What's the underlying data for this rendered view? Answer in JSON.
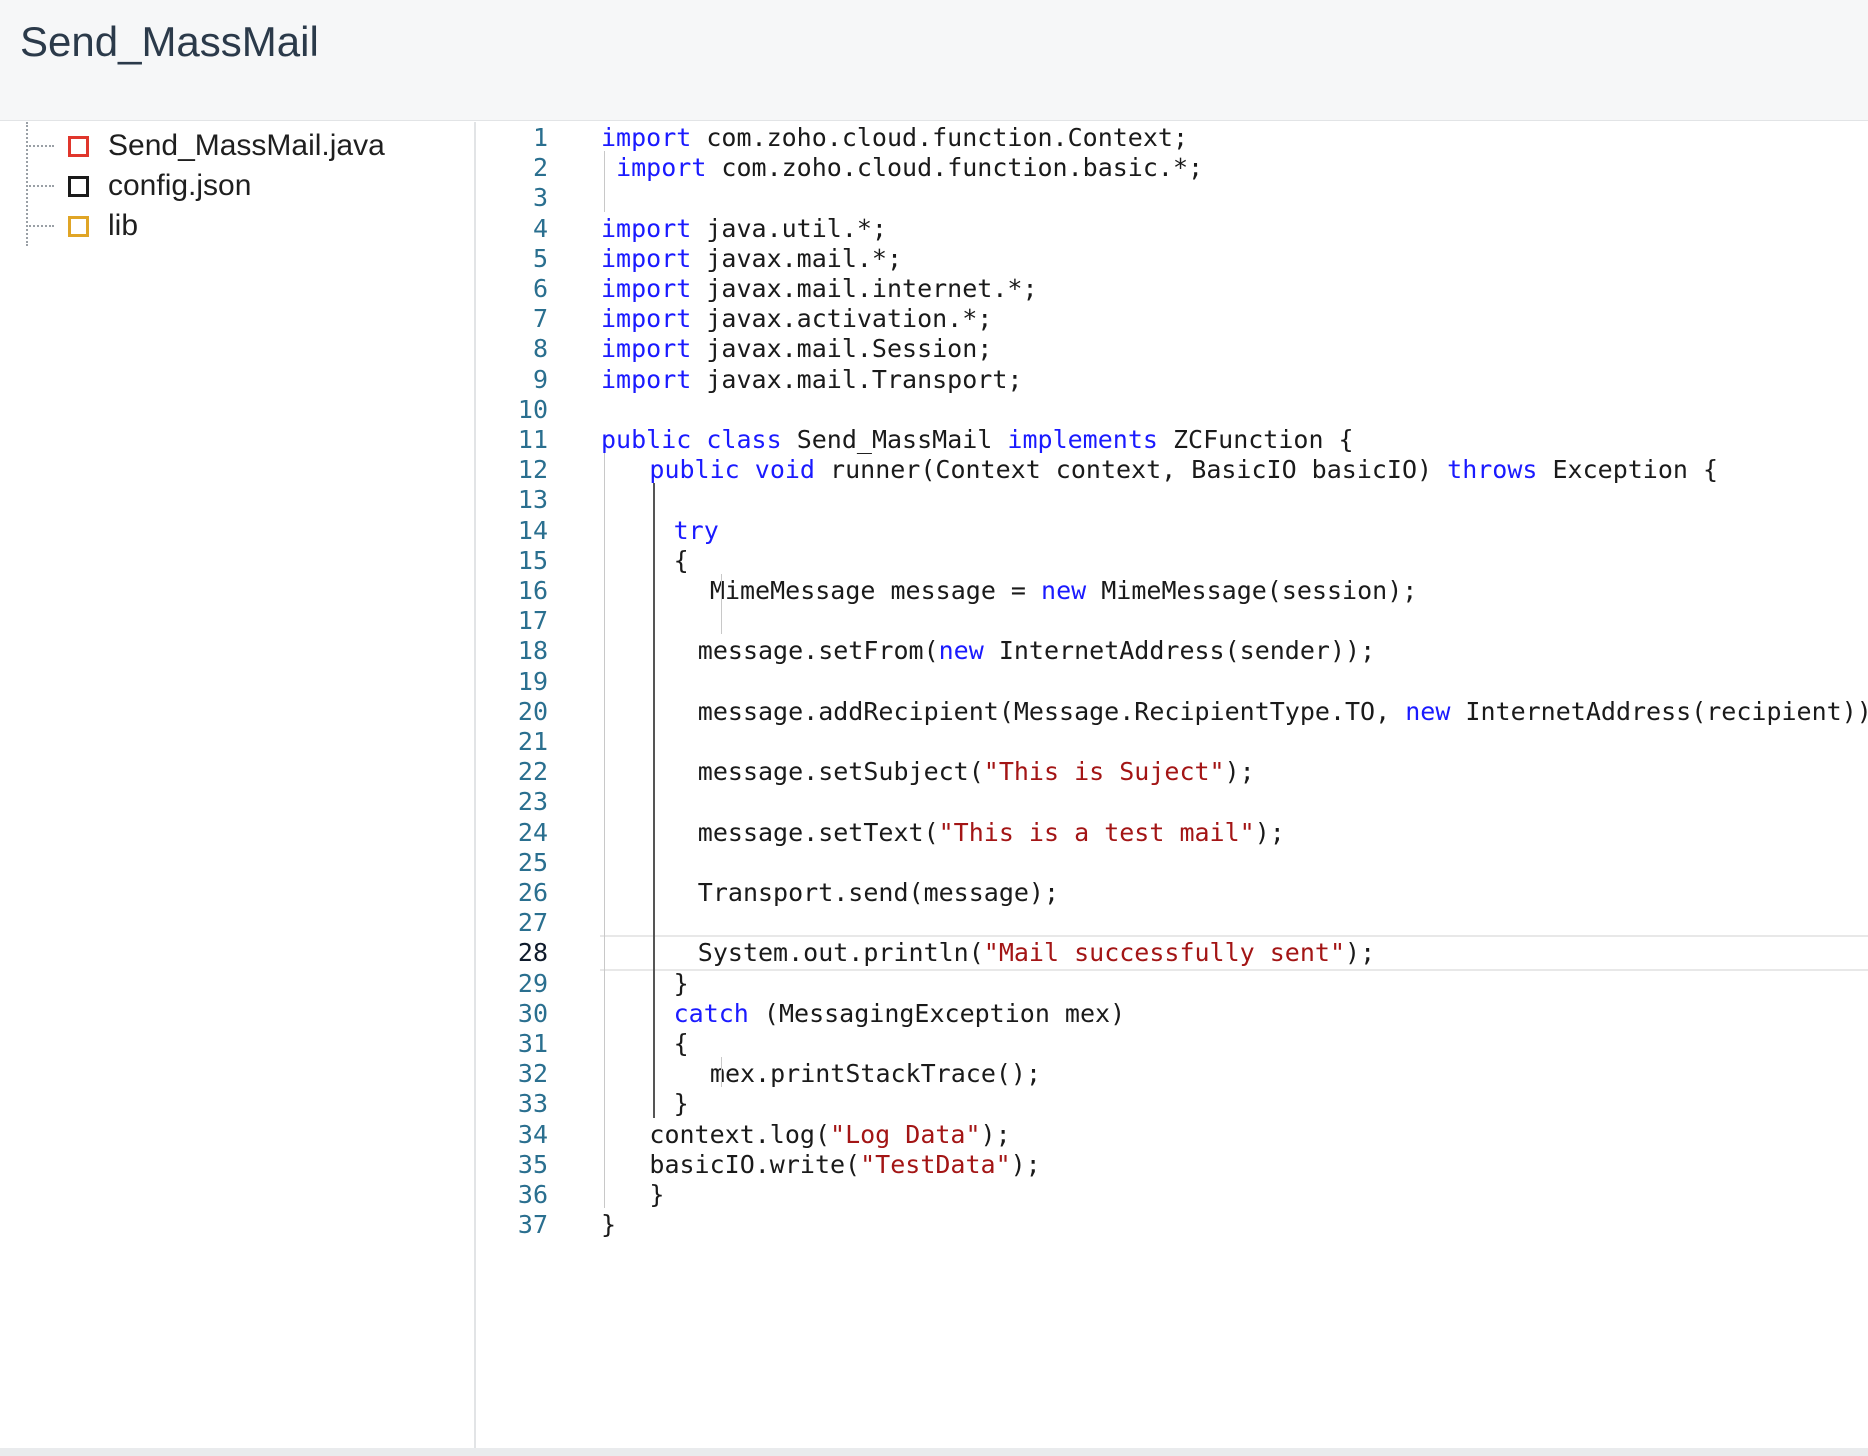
{
  "header": {
    "title": "Send_MassMail"
  },
  "sidebar": {
    "files": [
      {
        "name": "Send_MassMail.java",
        "color": "#e0362c"
      },
      {
        "name": "config.json",
        "color": "#1a1a1a"
      },
      {
        "name": "lib",
        "color": "#e0a526"
      }
    ]
  },
  "editor": {
    "active_line": 28,
    "colors": {
      "keyword": "#1a1aff",
      "string": "#a31515",
      "line_number": "#2a6f8f"
    },
    "lines": [
      {
        "n": "1",
        "indent": 0,
        "tokens": [
          [
            "kw",
            "import"
          ],
          [
            "t",
            " com.zoho.cloud.function.Context;"
          ]
        ]
      },
      {
        "n": "2",
        "indent": 0,
        "tokens": [
          [
            "t",
            " "
          ],
          [
            "kw",
            "import"
          ],
          [
            "t",
            " com.zoho.cloud.function.basic.*;"
          ]
        ]
      },
      {
        "n": "3",
        "indent": 0,
        "tokens": []
      },
      {
        "n": "4",
        "indent": 0,
        "tokens": [
          [
            "kw",
            "import"
          ],
          [
            "t",
            " java.util.*;"
          ]
        ]
      },
      {
        "n": "5",
        "indent": 0,
        "tokens": [
          [
            "kw",
            "import"
          ],
          [
            "t",
            " javax.mail.*;"
          ]
        ]
      },
      {
        "n": "6",
        "indent": 0,
        "tokens": [
          [
            "kw",
            "import"
          ],
          [
            "t",
            " javax.mail.internet.*;"
          ]
        ]
      },
      {
        "n": "7",
        "indent": 0,
        "tokens": [
          [
            "kw",
            "import"
          ],
          [
            "t",
            " javax.activation.*;"
          ]
        ]
      },
      {
        "n": "8",
        "indent": 0,
        "tokens": [
          [
            "kw",
            "import"
          ],
          [
            "t",
            " javax.mail.Session;"
          ]
        ]
      },
      {
        "n": "9",
        "indent": 0,
        "tokens": [
          [
            "kw",
            "import"
          ],
          [
            "t",
            " javax.mail.Transport;"
          ]
        ]
      },
      {
        "n": "10",
        "indent": 0,
        "tokens": []
      },
      {
        "n": "11",
        "indent": 0,
        "tokens": [
          [
            "kw",
            "public"
          ],
          [
            "t",
            " "
          ],
          [
            "kw",
            "class"
          ],
          [
            "t",
            " Send_MassMail "
          ],
          [
            "kw",
            "implements"
          ],
          [
            "t",
            " ZCFunction {"
          ]
        ]
      },
      {
        "n": "12",
        "indent": 4,
        "tokens": [
          [
            "kw",
            "public"
          ],
          [
            "t",
            " "
          ],
          [
            "kw",
            "void"
          ],
          [
            "t",
            " runner(Context context, BasicIO basicIO) "
          ],
          [
            "kw",
            "throws"
          ],
          [
            "t",
            " Exception {"
          ]
        ]
      },
      {
        "n": "13",
        "indent": 0,
        "tokens": []
      },
      {
        "n": "14",
        "indent": 6,
        "tokens": [
          [
            "kw",
            "try"
          ]
        ]
      },
      {
        "n": "15",
        "indent": 6,
        "tokens": [
          [
            "t",
            "{"
          ]
        ]
      },
      {
        "n": "16",
        "indent": 9,
        "tokens": [
          [
            "t",
            "MimeMessage message = "
          ],
          [
            "kw",
            "new"
          ],
          [
            "t",
            " MimeMessage(session);"
          ]
        ]
      },
      {
        "n": "17",
        "indent": 0,
        "tokens": []
      },
      {
        "n": "18",
        "indent": 8,
        "tokens": [
          [
            "t",
            "message.setFrom("
          ],
          [
            "kw",
            "new"
          ],
          [
            "t",
            " InternetAddress(sender));"
          ]
        ]
      },
      {
        "n": "19",
        "indent": 0,
        "tokens": []
      },
      {
        "n": "20",
        "indent": 8,
        "tokens": [
          [
            "t",
            "message.addRecipient(Message.RecipientType.TO, "
          ],
          [
            "kw",
            "new"
          ],
          [
            "t",
            " InternetAddress(recipient));"
          ]
        ]
      },
      {
        "n": "21",
        "indent": 0,
        "tokens": []
      },
      {
        "n": "22",
        "indent": 8,
        "tokens": [
          [
            "t",
            "message.setSubject("
          ],
          [
            "str",
            "\"This is Suject\""
          ],
          [
            "t",
            ");"
          ]
        ]
      },
      {
        "n": "23",
        "indent": 0,
        "tokens": []
      },
      {
        "n": "24",
        "indent": 8,
        "tokens": [
          [
            "t",
            "message.setText("
          ],
          [
            "str",
            "\"This is a test mail\""
          ],
          [
            "t",
            ");"
          ]
        ]
      },
      {
        "n": "25",
        "indent": 0,
        "tokens": []
      },
      {
        "n": "26",
        "indent": 8,
        "tokens": [
          [
            "t",
            "Transport.send(message);"
          ]
        ]
      },
      {
        "n": "27",
        "indent": 0,
        "tokens": []
      },
      {
        "n": "28",
        "indent": 8,
        "tokens": [
          [
            "t",
            "System.out.println("
          ],
          [
            "str",
            "\"Mail successfully sent\""
          ],
          [
            "t",
            ");"
          ]
        ]
      },
      {
        "n": "29",
        "indent": 6,
        "tokens": [
          [
            "t",
            "}"
          ]
        ]
      },
      {
        "n": "30",
        "indent": 6,
        "tokens": [
          [
            "kw",
            "catch"
          ],
          [
            "t",
            " (MessagingException mex)"
          ]
        ]
      },
      {
        "n": "31",
        "indent": 6,
        "tokens": [
          [
            "t",
            "{"
          ]
        ]
      },
      {
        "n": "32",
        "indent": 9,
        "tokens": [
          [
            "t",
            "mex.printStackTrace();"
          ]
        ]
      },
      {
        "n": "33",
        "indent": 6,
        "tokens": [
          [
            "t",
            "}"
          ]
        ]
      },
      {
        "n": "34",
        "indent": 4,
        "tokens": [
          [
            "t",
            "context.log("
          ],
          [
            "str",
            "\"Log Data\""
          ],
          [
            "t",
            ");"
          ]
        ]
      },
      {
        "n": "35",
        "indent": 4,
        "tokens": [
          [
            "t",
            "basicIO.write("
          ],
          [
            "str",
            "\"TestData\""
          ],
          [
            "t",
            ");"
          ]
        ]
      },
      {
        "n": "36",
        "indent": 4,
        "tokens": [
          [
            "t",
            "}"
          ]
        ]
      },
      {
        "n": "37",
        "indent": 0,
        "tokens": [
          [
            "t",
            "}"
          ]
        ]
      }
    ]
  }
}
